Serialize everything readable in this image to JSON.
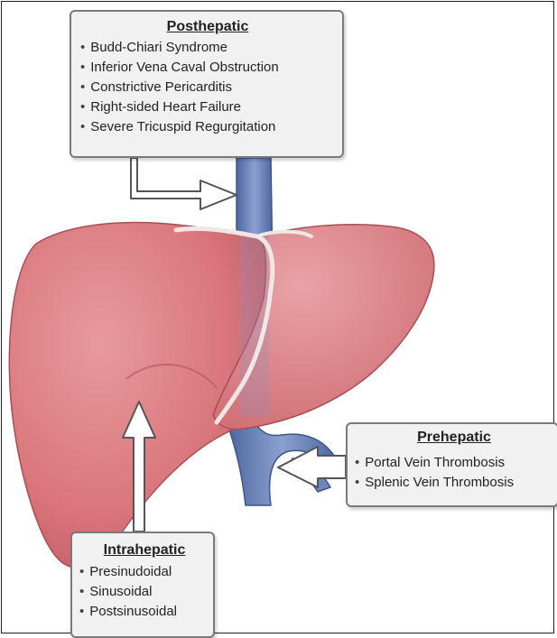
{
  "posthepatic": {
    "title": "Posthepatic",
    "items": [
      "Budd-Chiari Syndrome",
      "Inferior Vena Caval Obstruction",
      "Constrictive Pericarditis",
      "Right-sided Heart Failure",
      "Severe Tricuspid Regurgitation"
    ]
  },
  "prehepatic": {
    "title": "Prehepatic",
    "items": [
      "Portal Vein Thrombosis",
      "Splenic Vein Thrombosis"
    ]
  },
  "intrahepatic": {
    "title": "Intrahepatic",
    "items": [
      "Presinudoidal",
      "Sinusoidal",
      "Postsinusoidal"
    ]
  },
  "colors": {
    "liver": "#d9777c",
    "liver_dark": "#b9585e",
    "vein": "#6f86b8",
    "box_fill": "#f1f1f1",
    "arrow_fill": "#ffffff"
  }
}
